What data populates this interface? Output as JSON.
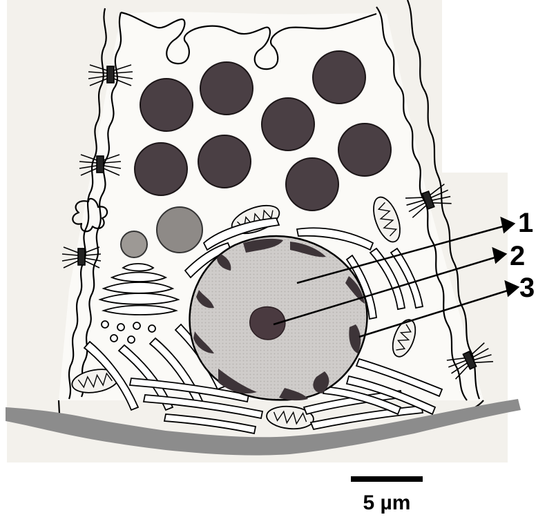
{
  "figure": {
    "labels": [
      {
        "id": "1",
        "text": "1"
      },
      {
        "id": "2",
        "text": "2"
      },
      {
        "id": "3",
        "text": "3"
      }
    ],
    "scale_bar": {
      "text": "5 µm"
    }
  },
  "colors": {
    "granule": "#4a3f44",
    "granule_light": "#8e8a87",
    "nucleus": "#c9c6c4",
    "heterochromatin": "#3d3438",
    "basement_membrane": "#8c8c8c",
    "background_tint": "#f2efe8"
  },
  "icons": [
    "desmosome",
    "mitochondrion",
    "secretory-granule",
    "golgi-apparatus",
    "rough-er",
    "nucleolus"
  ]
}
